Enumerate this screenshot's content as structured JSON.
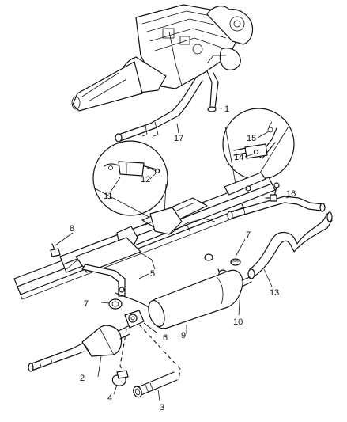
{
  "callouts": [
    {
      "id": "c1",
      "label": "1"
    },
    {
      "id": "c2",
      "label": "2"
    },
    {
      "id": "c3",
      "label": "3"
    },
    {
      "id": "c4",
      "label": "4"
    },
    {
      "id": "c5",
      "label": "5"
    },
    {
      "id": "c6",
      "label": "6"
    },
    {
      "id": "c7a",
      "label": "7"
    },
    {
      "id": "c7b",
      "label": "7"
    },
    {
      "id": "c8",
      "label": "8"
    },
    {
      "id": "c9",
      "label": "9"
    },
    {
      "id": "c10",
      "label": "10"
    },
    {
      "id": "c11",
      "label": "11"
    },
    {
      "id": "c12",
      "label": "12"
    },
    {
      "id": "c13",
      "label": "13"
    },
    {
      "id": "c14",
      "label": "14"
    },
    {
      "id": "c15",
      "label": "15"
    },
    {
      "id": "c16",
      "label": "16"
    },
    {
      "id": "c17",
      "label": "17"
    }
  ]
}
